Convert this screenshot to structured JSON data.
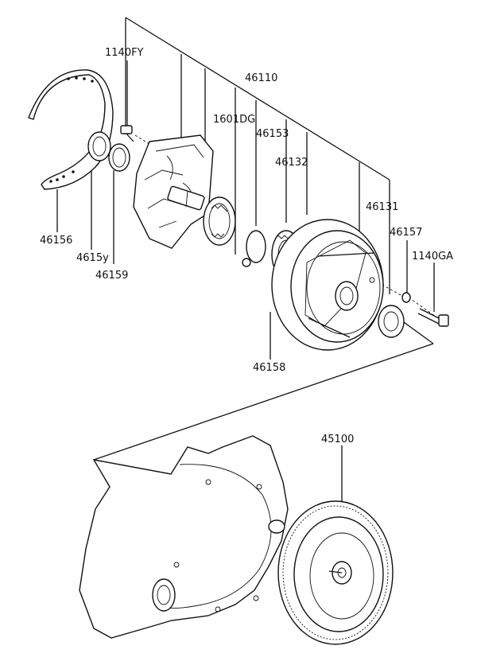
{
  "diagram": {
    "labels": {
      "p1140FY": "1140FY",
      "p46110": "46110",
      "p1601DG": "1601DG",
      "p46153": "46153",
      "p46132": "46132",
      "p46131": "46131",
      "p46157": "46157",
      "p1140GA": "1140GA",
      "p46156": "46156",
      "p4615y": "4615у",
      "p46159": "46159",
      "p46158": "46158",
      "p45100": "45100"
    }
  }
}
